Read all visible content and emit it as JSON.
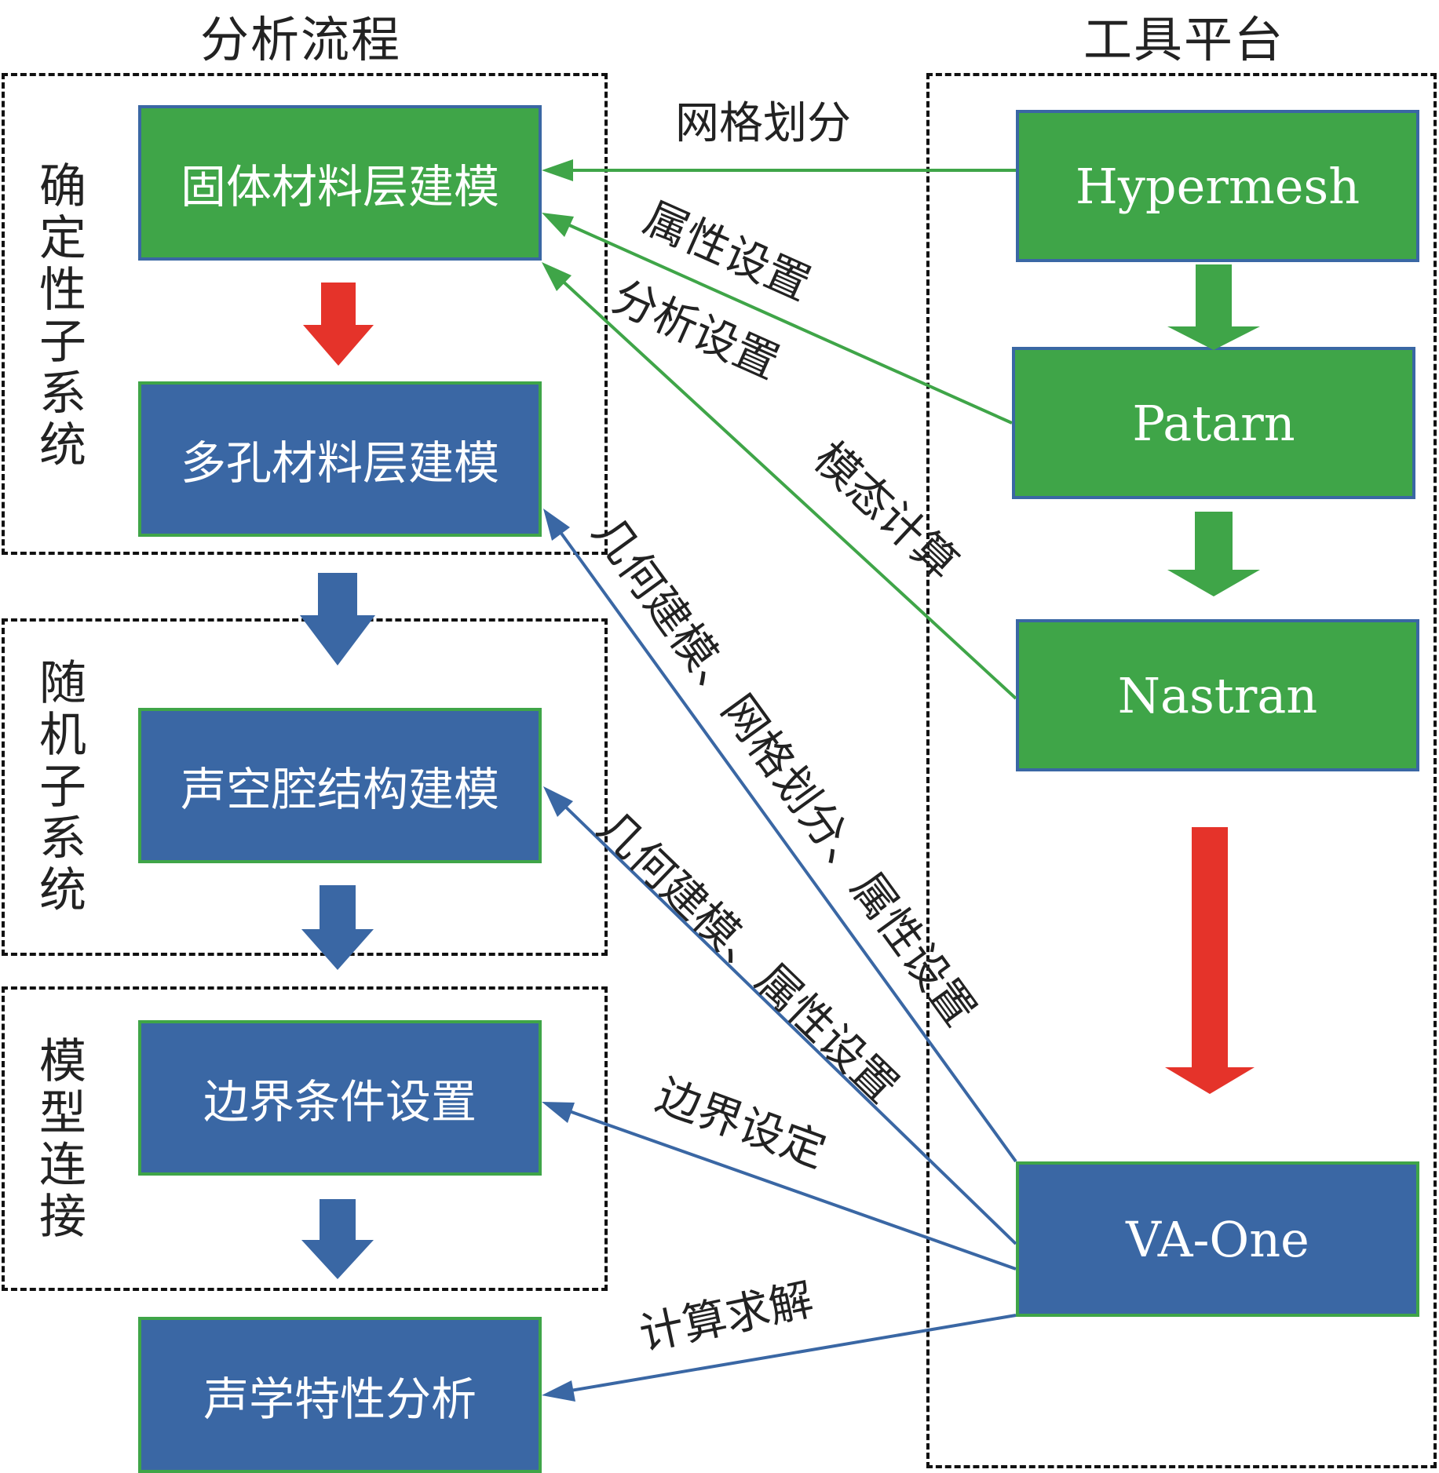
{
  "headings": {
    "left": "分析流程",
    "right": "工具平台"
  },
  "regions": {
    "deterministic": "确定性子系统",
    "random": "随机子系统",
    "connection": "模型连接"
  },
  "process_steps": {
    "solid_layer": "固体材料层建模",
    "porous_layer": "多孔材料层建模",
    "acoustic_cavity": "声空腔结构建模",
    "boundary": "边界条件设置",
    "analysis": "声学特性分析"
  },
  "tools": {
    "hypermesh": "Hypermesh",
    "patran": "Patarn",
    "nastran": "Nastran",
    "vaone": "VA-One"
  },
  "edge_labels": {
    "mesh": "网格划分",
    "property": "属性设置",
    "analysis_setting": "分析设置",
    "modal": "模态计算",
    "geo_mesh_prop": "几何建模、网格划分、属性设置",
    "geo_prop": "几何建模、属性设置",
    "boundary_set": "边界设定",
    "solve": "计算求解"
  },
  "colors": {
    "green": "#3fa548",
    "blue": "#3a67a4",
    "red": "#e5332a",
    "green_line": "#3fa548",
    "blue_line": "#3a67a4"
  }
}
